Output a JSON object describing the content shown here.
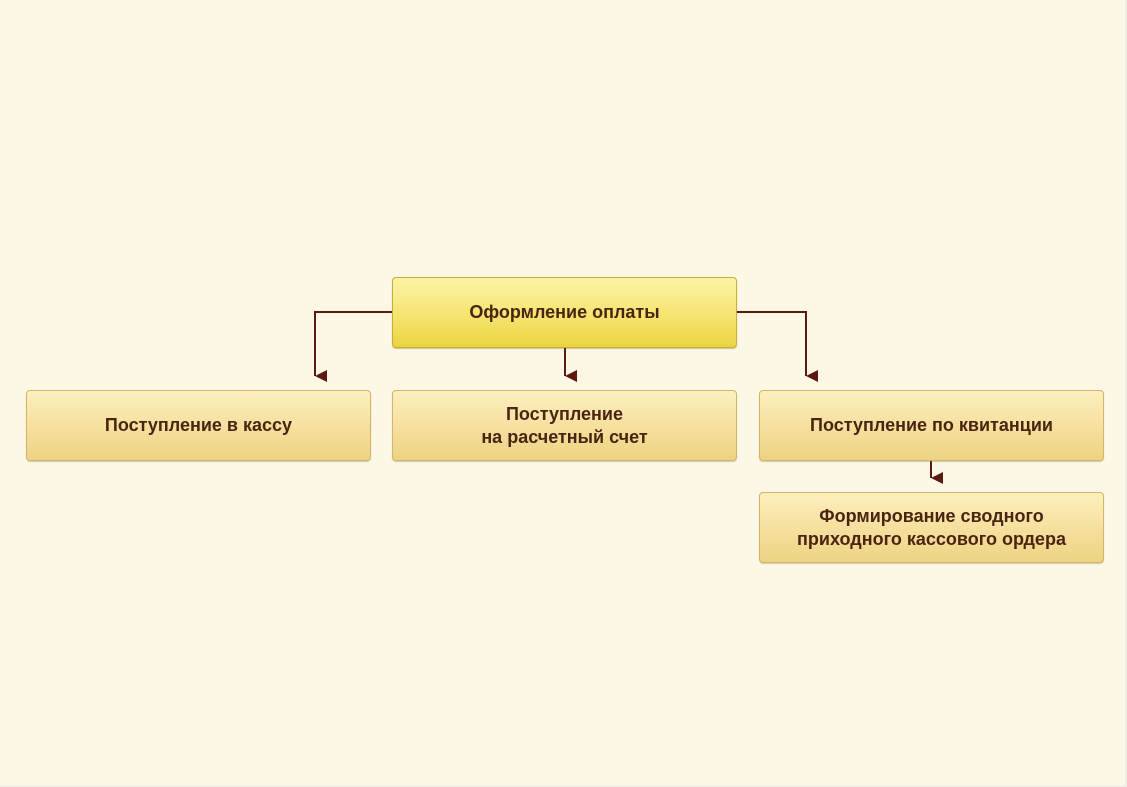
{
  "diagram": {
    "root": {
      "label": "Оформление оплаты"
    },
    "children": [
      {
        "label": "Поступление в кассу"
      },
      {
        "label": "Поступление\nна расчетный счет"
      },
      {
        "label": "Поступление по квитанции"
      }
    ],
    "grandchild": {
      "label": "Формирование сводного\nприходного кассового ордера"
    },
    "colors": {
      "background": "#fdf8e6",
      "connector": "#5a1a0f",
      "text": "#4a2410",
      "root_fill": "#f4e36b",
      "child_fill": "#f5df9c"
    }
  }
}
